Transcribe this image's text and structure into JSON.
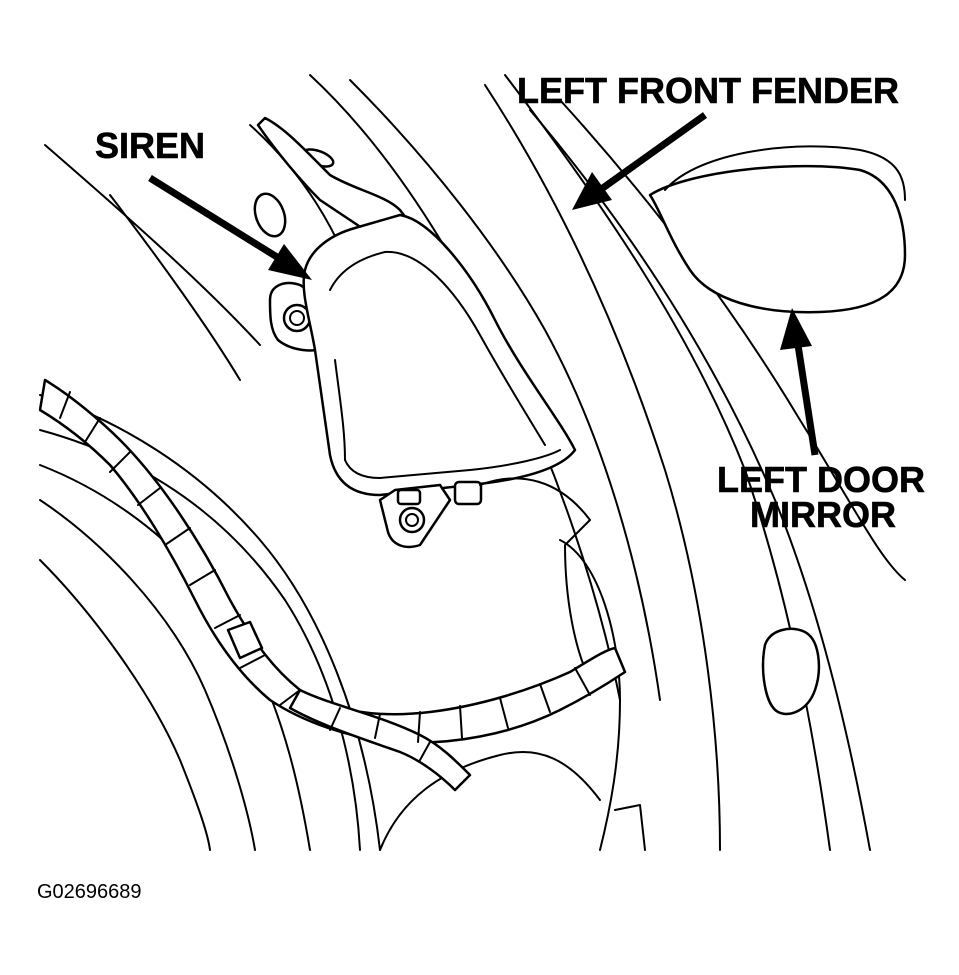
{
  "labels": {
    "siren": "SIREN",
    "left_front_fender": "LEFT FRONT FENDER",
    "left_door_mirror_line1": "LEFT DOOR",
    "left_door_mirror_line2": "MIRROR"
  },
  "figure_id": "G02696689",
  "colors": {
    "ink": "#000000",
    "paper": "#ffffff"
  }
}
